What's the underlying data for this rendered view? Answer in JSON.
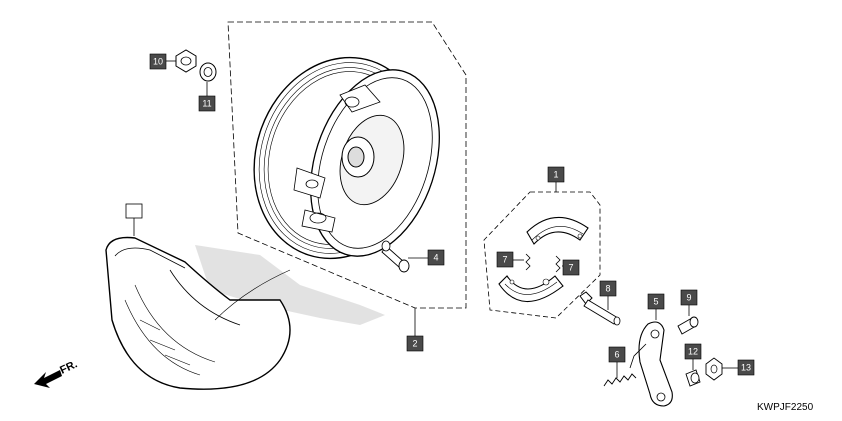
{
  "diagram": {
    "drawing_code": "KWPJF2250",
    "direction_label": "FR.",
    "callouts": [
      "1",
      "2",
      "4",
      "5",
      "6",
      "7",
      "7",
      "8",
      "9",
      "10",
      "11",
      "12",
      "13"
    ],
    "tire_callout": ""
  }
}
